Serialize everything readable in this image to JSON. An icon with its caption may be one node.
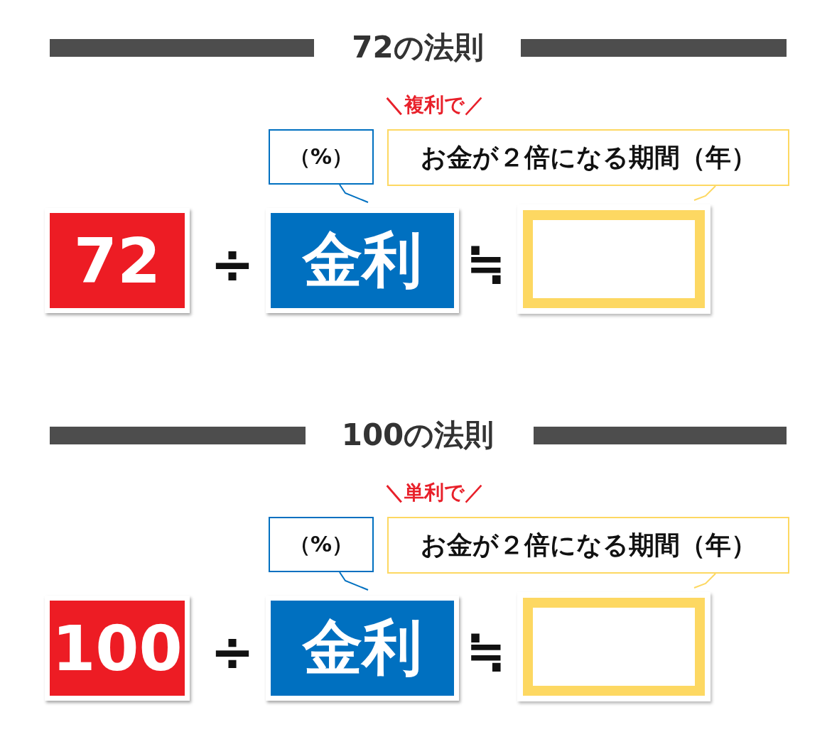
{
  "diagram": {
    "nodes": [
      {
        "text": [
          "（%）"
        ]
      },
      {
        "text": [
          "お金が２倍になる期間（年）"
        ]
      },
      {
        "text": [
          "72"
        ]
      },
      {
        "text": [
          "金利"
        ]
      },
      {
        "text": [],
        "shape": "box"
      },
      {
        "text": [
          "（%）"
        ]
      },
      {
        "text": [
          "お金が２倍になる期間（年）"
        ]
      },
      {
        "text": [
          "100"
        ]
      },
      {
        "text": [
          "金利"
        ]
      },
      {
        "text": [],
        "shape": "box"
      }
    ],
    "edges": [
      {
        "from": 0,
        "to": 3,
        "arrow": "none"
      },
      {
        "from": 1,
        "to": 4,
        "arrow": "none",
        "color": "#fdd862"
      },
      {
        "from": 5,
        "to": 8,
        "arrow": "none"
      },
      {
        "from": 6,
        "to": 9,
        "arrow": "none",
        "color": "#fdd862"
      }
    ],
    "labels": [
      "72の法則",
      "＼複利で／",
      "÷",
      "≒",
      "100の法則",
      "＼単利で／",
      "÷",
      "≒"
    ]
  }
}
